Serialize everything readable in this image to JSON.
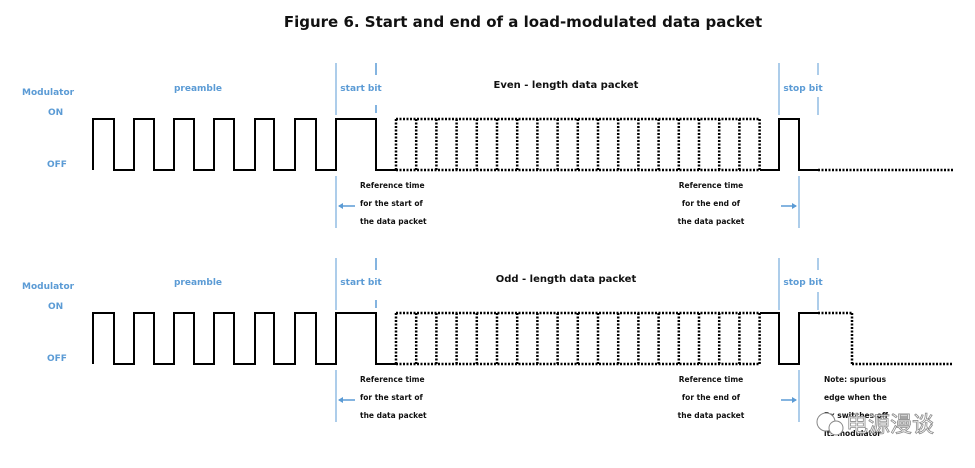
{
  "title": "Figure 6. Start and end of a load-modulated data packet",
  "colors": {
    "label_blue": "#5B9BD5",
    "wave": "#000000",
    "marker": "#5B9BD5"
  },
  "panels": [
    {
      "id": "even",
      "y_label": "Modulator",
      "on_label": "ON",
      "off_label": "OFF",
      "preamble_label": "preamble",
      "start_bit_label": "start bit",
      "packet_label": "Even - length data packet",
      "stop_bit_label": "stop bit",
      "ref_start": [
        "Reference time",
        "for the start of",
        "the data packet"
      ],
      "ref_end": [
        "Reference time",
        "for the end of",
        "the data packet"
      ],
      "note": []
    },
    {
      "id": "odd",
      "y_label": "Modulator",
      "on_label": "ON",
      "off_label": "OFF",
      "preamble_label": "preamble",
      "start_bit_label": "start bit",
      "packet_label": "Odd - length data packet",
      "stop_bit_label": "stop bit",
      "ref_start": [
        "Reference time",
        "for the start of",
        "the data packet"
      ],
      "ref_end": [
        "Reference time",
        "for the end of",
        "the data packet"
      ],
      "note": [
        "Note: spurious",
        "edge when the",
        "Rx switches off",
        "its modulator"
      ]
    }
  ],
  "chart_data": {
    "type": "timing-diagram",
    "title": "Figure 6. Start and end of a load-modulated data packet",
    "levels": [
      "OFF",
      "ON"
    ],
    "segments": {
      "preamble_bits": 6,
      "start_bit": 1,
      "data_bits_dashed": 18,
      "stop_bit": 1
    },
    "series": [
      {
        "name": "Even - length data packet",
        "stop_bit_level_sequence": [
          "OFF",
          "ON",
          "OFF"
        ],
        "after_stop": "OFF"
      },
      {
        "name": "Odd - length data packet",
        "stop_bit_level_sequence": [
          "ON",
          "OFF",
          "ON"
        ],
        "after_stop": "ON then OFF (spurious edge)"
      }
    ]
  },
  "watermark": "电源漫谈"
}
